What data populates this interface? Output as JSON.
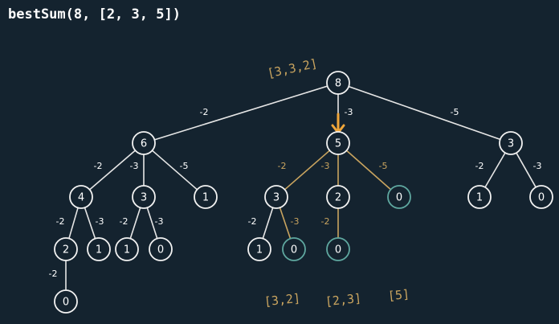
{
  "title": "bestSum(8, [2, 3, 5])",
  "colors": {
    "background": "#14232f",
    "edge": "#e6e6e6",
    "highlight": "#c9a45f",
    "node_stroke": "#f2f2f2",
    "zero_stroke": "#5fa8a0",
    "text": "#ffffff",
    "arrow": "#f0a63a"
  },
  "tree": {
    "nodes": [
      {
        "id": "n8",
        "value": "8"
      },
      {
        "id": "n6",
        "value": "6"
      },
      {
        "id": "n5",
        "value": "5"
      },
      {
        "id": "n3r",
        "value": "3"
      },
      {
        "id": "n6a",
        "value": "4"
      },
      {
        "id": "n6b",
        "value": "3"
      },
      {
        "id": "n6c",
        "value": "1"
      },
      {
        "id": "n5a",
        "value": "3"
      },
      {
        "id": "n5b",
        "value": "2"
      },
      {
        "id": "n5c",
        "value": "0",
        "teal": true
      },
      {
        "id": "n3ra",
        "value": "1"
      },
      {
        "id": "n3rb",
        "value": "0"
      },
      {
        "id": "n4a",
        "value": "2"
      },
      {
        "id": "n4b",
        "value": "1"
      },
      {
        "id": "n3a",
        "value": "1"
      },
      {
        "id": "n3b",
        "value": "0"
      },
      {
        "id": "n5aa",
        "value": "1"
      },
      {
        "id": "n5ab",
        "value": "0",
        "teal": true
      },
      {
        "id": "n5ba",
        "value": "0",
        "teal": true
      },
      {
        "id": "n2a",
        "value": "0"
      }
    ],
    "edges": [
      {
        "from": "n8",
        "to": "n6",
        "label": "-2"
      },
      {
        "from": "n8",
        "to": "n5",
        "label": "-3"
      },
      {
        "from": "n8",
        "to": "n3r",
        "label": "-5"
      },
      {
        "from": "n6",
        "to": "n6a",
        "label": "-2"
      },
      {
        "from": "n6",
        "to": "n6b",
        "label": "-3"
      },
      {
        "from": "n6",
        "to": "n6c",
        "label": "-5"
      },
      {
        "from": "n5",
        "to": "n5a",
        "label": "-2",
        "highlight": true
      },
      {
        "from": "n5",
        "to": "n5b",
        "label": "-3",
        "highlight": true
      },
      {
        "from": "n5",
        "to": "n5c",
        "label": "-5",
        "highlight": true
      },
      {
        "from": "n3r",
        "to": "n3ra",
        "label": "-2"
      },
      {
        "from": "n3r",
        "to": "n3rb",
        "label": "-3"
      },
      {
        "from": "n6a",
        "to": "n4a",
        "label": "-2"
      },
      {
        "from": "n6a",
        "to": "n4b",
        "label": "-3"
      },
      {
        "from": "n6b",
        "to": "n3a",
        "label": "-2"
      },
      {
        "from": "n6b",
        "to": "n3b",
        "label": "-3"
      },
      {
        "from": "n5a",
        "to": "n5aa",
        "label": "-2"
      },
      {
        "from": "n5a",
        "to": "n5ab",
        "label": "-3",
        "highlight": true
      },
      {
        "from": "n5b",
        "to": "n5ba",
        "label": "-2",
        "highlight": true
      },
      {
        "from": "n4a",
        "to": "n2a",
        "label": "-2"
      }
    ]
  },
  "annotations": [
    {
      "id": "root",
      "text": "[3,3,2]"
    },
    {
      "id": "a1",
      "text": "[3,2]"
    },
    {
      "id": "a2",
      "text": "[2,3]"
    },
    {
      "id": "a3",
      "text": "[5]"
    }
  ]
}
